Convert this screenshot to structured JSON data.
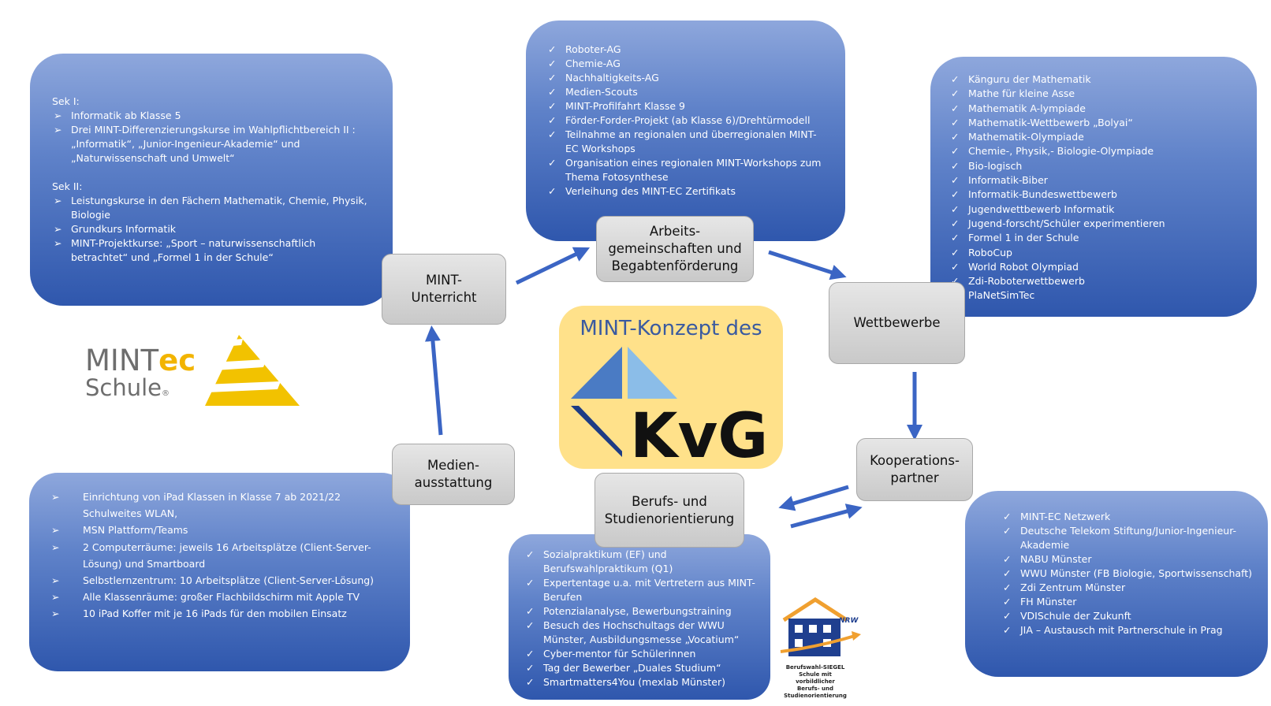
{
  "center": {
    "title": "MINT-Konzept des",
    "logo_text": "KvG"
  },
  "nodes": {
    "mint_unterricht": "MINT-\nUnterricht",
    "ag": "Arbeits-\ngemeinschaften und\nBegabtenförderung",
    "wettbewerbe": "Wettbewerbe",
    "kooperation": "Kooperations-\npartner",
    "berufs": "Berufs- und\nStudienorientierung",
    "medien": "Medien-\nausstattung"
  },
  "mint_panel": {
    "sek1_head": "Sek I:",
    "sek1": [
      "Informatik ab Klasse 5",
      "Drei MINT-Differenzierungskurse im Wahlpflichtbereich II : „Informatik“, „Junior-Ingenieur-Akademie“ und „Naturwissenschaft und Umwelt“"
    ],
    "sek2_head": "Sek II:",
    "sek2": [
      "Leistungskurse in den Fächern Mathematik, Chemie, Physik, Biologie",
      "Grundkurs Informatik",
      "MINT-Projektkurse: „Sport – naturwissenschaftlich betrachtet“ und „Formel 1 in der Schule“"
    ]
  },
  "ag_panel": [
    "Roboter-AG",
    "Chemie-AG",
    "Nachhaltigkeits-AG",
    "Medien-Scouts",
    "MINT-Profilfahrt Klasse 9",
    "Förder-Forder-Projekt (ab Klasse 6)/Drehtürmodell",
    "Teilnahme an regionalen und überregionalen MINT-EC Workshops",
    "Organisation eines regionalen MINT-Workshops zum Thema Fotosynthese",
    "Verleihung des MINT-EC Zertifikats"
  ],
  "wettbewerbe_panel": [
    "Känguru der Mathematik",
    "Mathe für kleine Asse",
    "Mathematik A-lympiade",
    "Mathematik-Wettbewerb „Bolyai“",
    "Mathematik-Olympiade",
    "Chemie-, Physik,- Biologie-Olympiade",
    "Bio-logisch",
    "Informatik-Biber",
    "Informatik-Bundeswettbewerb",
    "Jugendwettbewerb Informatik",
    "Jugend-forscht/Schüler experimentieren",
    "Formel 1 in der Schule",
    "RoboCup",
    "World Robot Olympiad",
    "Zdi-Roboterwettbewerb",
    "PlaNetSimTec"
  ],
  "kooperation_panel": [
    "MINT-EC Netzwerk",
    "Deutsche Telekom Stiftung/Junior-Ingenieur-Akademie",
    "NABU Münster",
    "WWU Münster (FB Biologie, Sportwissenschaft)",
    "Zdi Zentrum Münster",
    "FH Münster",
    "VDISchule der Zukunft",
    "JIA – Austausch mit Partnerschule in Prag"
  ],
  "berufs_panel": [
    "Sozialpraktikum (EF) und Berufswahlpraktikum (Q1)",
    "Expertentage u.a. mit Vertretern aus MINT-Berufen",
    "Potenzialanalyse, Bewerbungstraining",
    "Besuch des Hochschultags der WWU Münster, Ausbildungsmesse „Vocatium“",
    "Cyber-mentor für Schülerinnen",
    "Tag der Bewerber „Duales Studium“",
    "Smartmatters4You (mexlab Münster)"
  ],
  "medien_panel": [
    "Einrichtung von iPad Klassen in Klasse 7 ab 2021/22",
    "Schulweites WLAN,",
    "MSN Plattform/Teams",
    "2 Computerräume: jeweils 16 Arbeitsplätze (Client-Server-Lösung) und Smartboard",
    "Selbstlernzentrum:  10 Arbeitsplätze (Client-Server-Lösung)",
    "Alle Klassenräume: großer Flachbildschirm mit Apple TV",
    "10 iPad Koffer mit je 16 iPads für den mobilen Einsatz"
  ],
  "mintec_logo": {
    "part1": "MINT",
    "part2": "ec",
    "part3": "Schule",
    "reg": "®"
  },
  "siegel": {
    "nrw": "NRW",
    "title": "Berufswahl-SIEGEL",
    "line2": "Schule mit vorbildlicher",
    "line3": "Berufs- und",
    "line4": "Studienorientierung"
  },
  "marks": {
    "check": "✓",
    "arrow": "➢"
  },
  "colors": {
    "panel_dark": "#2f57ad",
    "panel_light": "#8ea7dc",
    "arrow": "#3b65c4",
    "center_bg": "#ffe18a",
    "mintec_yellow": "#f2c200"
  }
}
